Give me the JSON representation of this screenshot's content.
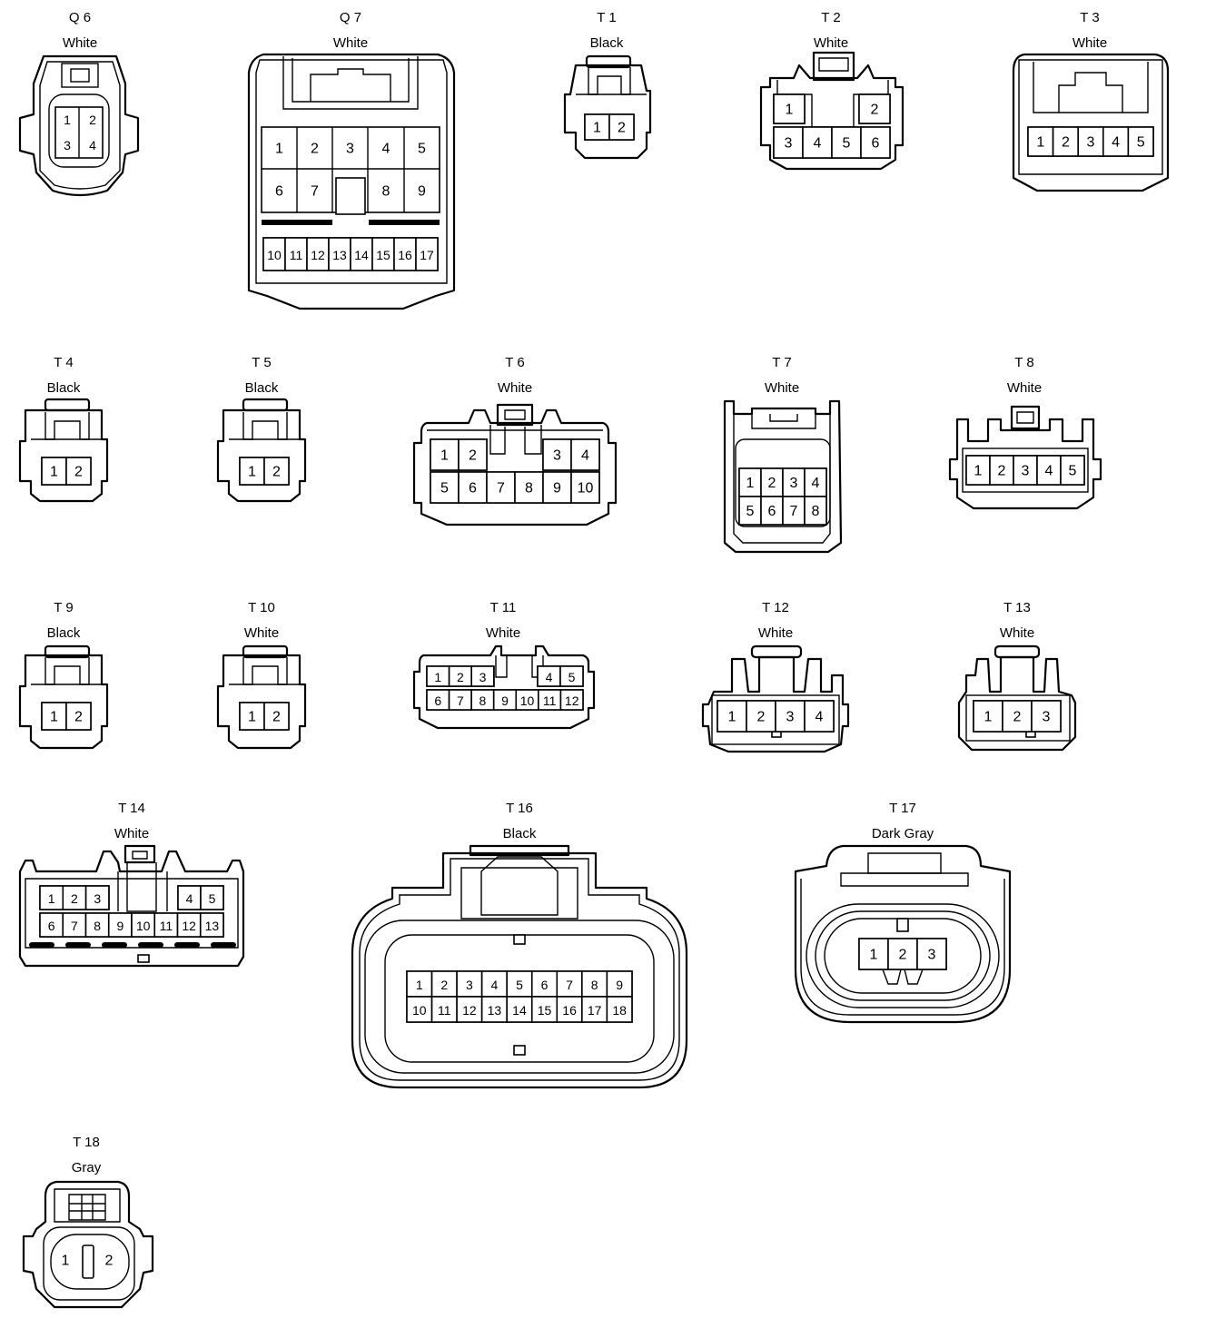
{
  "connectors": [
    {
      "id": "Q 6",
      "color": "White",
      "pins": [
        "1",
        "2",
        "3",
        "4"
      ]
    },
    {
      "id": "Q 7",
      "color": "White",
      "pins": [
        "1",
        "2",
        "3",
        "4",
        "5",
        "6",
        "7",
        "8",
        "9",
        "10",
        "11",
        "12",
        "13",
        "14",
        "15",
        "16",
        "17"
      ]
    },
    {
      "id": "T 1",
      "color": "Black",
      "pins": [
        "1",
        "2"
      ]
    },
    {
      "id": "T 2",
      "color": "White",
      "pins": [
        "1",
        "2",
        "3",
        "4",
        "5",
        "6"
      ]
    },
    {
      "id": "T 3",
      "color": "White",
      "pins": [
        "1",
        "2",
        "3",
        "4",
        "5"
      ]
    },
    {
      "id": "T 4",
      "color": "Black",
      "pins": [
        "1",
        "2"
      ]
    },
    {
      "id": "T 5",
      "color": "Black",
      "pins": [
        "1",
        "2"
      ]
    },
    {
      "id": "T 6",
      "color": "White",
      "pins": [
        "1",
        "2",
        "3",
        "4",
        "5",
        "6",
        "7",
        "8",
        "9",
        "10"
      ]
    },
    {
      "id": "T 7",
      "color": "White",
      "pins": [
        "1",
        "2",
        "3",
        "4",
        "5",
        "6",
        "7",
        "8"
      ]
    },
    {
      "id": "T 8",
      "color": "White",
      "pins": [
        "1",
        "2",
        "3",
        "4",
        "5"
      ]
    },
    {
      "id": "T 9",
      "color": "Black",
      "pins": [
        "1",
        "2"
      ]
    },
    {
      "id": "T 10",
      "color": "White",
      "pins": [
        "1",
        "2"
      ]
    },
    {
      "id": "T 11",
      "color": "White",
      "pins": [
        "1",
        "2",
        "3",
        "4",
        "5",
        "6",
        "7",
        "8",
        "9",
        "10",
        "11",
        "12"
      ]
    },
    {
      "id": "T 12",
      "color": "White",
      "pins": [
        "1",
        "2",
        "3",
        "4"
      ]
    },
    {
      "id": "T 13",
      "color": "White",
      "pins": [
        "1",
        "2",
        "3"
      ]
    },
    {
      "id": "T 14",
      "color": "White",
      "pins": [
        "1",
        "2",
        "3",
        "4",
        "5",
        "6",
        "7",
        "8",
        "9",
        "10",
        "11",
        "12",
        "13"
      ]
    },
    {
      "id": "T 16",
      "color": "Black",
      "pins": [
        "1",
        "2",
        "3",
        "4",
        "5",
        "6",
        "7",
        "8",
        "9",
        "10",
        "11",
        "12",
        "13",
        "14",
        "15",
        "16",
        "17",
        "18"
      ]
    },
    {
      "id": "T 17",
      "color": "Dark Gray",
      "pins": [
        "1",
        "2",
        "3"
      ]
    },
    {
      "id": "T 18",
      "color": "Gray",
      "pins": [
        "1",
        "2"
      ]
    }
  ]
}
